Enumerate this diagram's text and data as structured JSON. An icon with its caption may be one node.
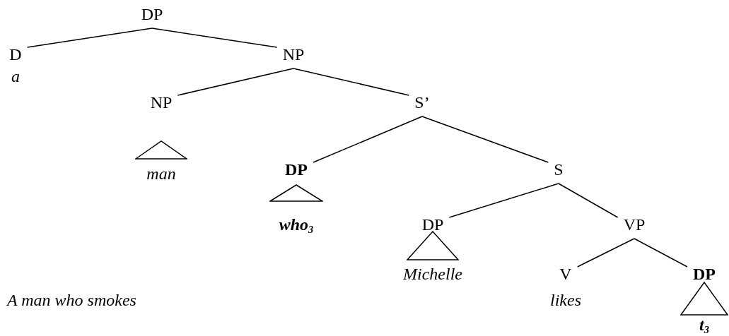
{
  "diagram": {
    "nodes": [
      {
        "text": [
          "DP"
        ]
      },
      {
        "text": [
          "D",
          "a"
        ]
      },
      {
        "text": [
          "NP"
        ]
      },
      {
        "text": [
          "NP",
          "man"
        ]
      },
      {
        "text": [
          "S’"
        ]
      },
      {
        "text": [
          "DP",
          "who$_{3}$"
        ]
      },
      {
        "text": [
          "S"
        ]
      },
      {
        "text": [
          "DP",
          "Michelle"
        ]
      },
      {
        "text": [
          "VP"
        ]
      },
      {
        "text": [
          "V",
          "likes"
        ]
      },
      {
        "text": [
          "DP",
          "t$_{3}$"
        ]
      }
    ],
    "edges": [
      {
        "from": 0,
        "to": 1,
        "arrow": "none"
      },
      {
        "from": 0,
        "to": 2,
        "arrow": "none"
      },
      {
        "from": 2,
        "to": 3,
        "arrow": "none"
      },
      {
        "from": 2,
        "to": 4,
        "arrow": "none"
      },
      {
        "from": 4,
        "to": 5,
        "arrow": "none"
      },
      {
        "from": 4,
        "to": 6,
        "arrow": "none"
      },
      {
        "from": 6,
        "to": 7,
        "arrow": "none"
      },
      {
        "from": 6,
        "to": 8,
        "arrow": "none"
      },
      {
        "from": 8,
        "to": 9,
        "arrow": "none"
      },
      {
        "from": 8,
        "to": 10,
        "arrow": "none"
      }
    ],
    "labels": [
      "A man who smokes"
    ]
  }
}
